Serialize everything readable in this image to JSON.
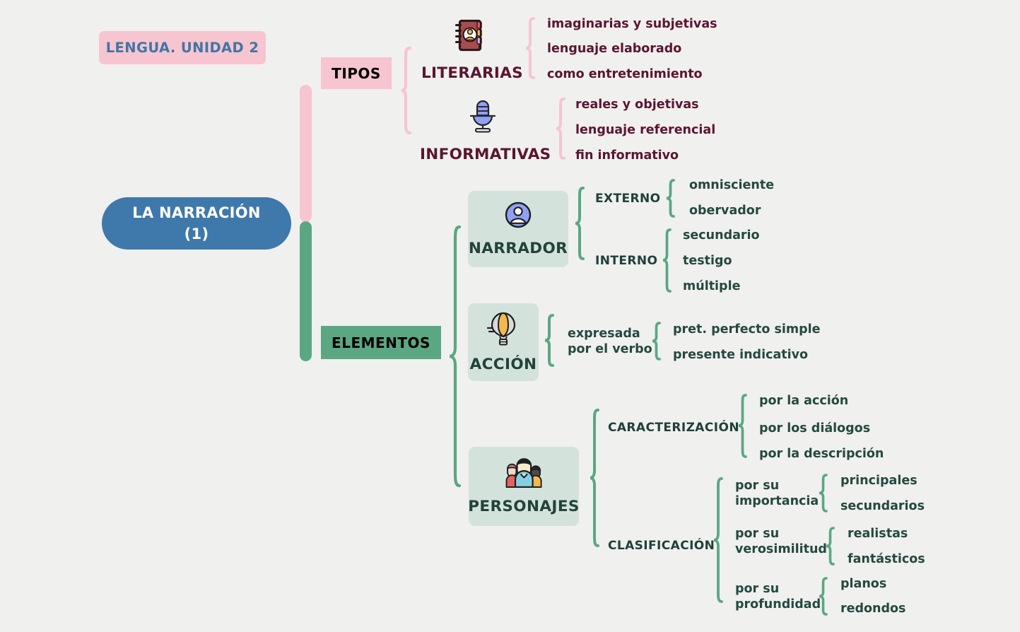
{
  "meta": {
    "title_chip": "LENGUA. UNIDAD 2",
    "central_node": "LA NARRACIÓN\n(1)"
  },
  "colors": {
    "background": "#f0f0ef",
    "pink_chip": "#f6c5d0",
    "pink_text": "#5b1530",
    "blue_node": "#3f78ab",
    "blue_title_text": "#4076a6",
    "green_chip": "#5aa782",
    "green_box": "#d3e3dc",
    "green_text": "#24493e",
    "brace_pink": "#f6c5d0",
    "brace_green": "#5aa782"
  },
  "branches": [
    {
      "id": "tipos",
      "label": "TIPOS",
      "accent": "pink",
      "topics": [
        {
          "id": "literarias",
          "label": "LITERARIAS",
          "icon": "notebook-contacts-icon",
          "leaves": [
            "imaginarias y subjetivas",
            "lenguaje elaborado",
            "como entretenimiento"
          ]
        },
        {
          "id": "informativas",
          "label": "INFORMATIVAS",
          "icon": "microphone-icon",
          "leaves": [
            "reales y objetivas",
            "lenguaje referencial",
            "fin informativo"
          ]
        }
      ]
    },
    {
      "id": "elementos",
      "label": "ELEMENTOS",
      "accent": "green",
      "topics": [
        {
          "id": "narrador",
          "label": "NARRADOR",
          "icon": "user-avatar-icon",
          "groups": [
            {
              "label": "EXTERNO",
              "leaves": [
                "omnisciente",
                "obervador"
              ]
            },
            {
              "label": "INTERNO",
              "leaves": [
                "secundario",
                "testigo",
                "múltiple"
              ]
            }
          ]
        },
        {
          "id": "accion",
          "label": "ACCIÓN",
          "icon": "hot-air-balloon-icon",
          "groups": [
            {
              "label": "expresada\npor el verbo",
              "leaves": [
                "pret. perfecto simple",
                "presente indicativo"
              ]
            }
          ]
        },
        {
          "id": "personajes",
          "label": "PERSONAJES",
          "icon": "people-group-icon",
          "groups": [
            {
              "label": "CARACTERIZACIÓN",
              "leaves": [
                "por la acción",
                "por los diálogos",
                "por la descripción"
              ]
            },
            {
              "label": "CLASIFICACIÓN",
              "subgroups": [
                {
                  "label": "por su\nimportancia",
                  "leaves": [
                    "principales",
                    "secundarios"
                  ]
                },
                {
                  "label": "por su\nverosimilitud",
                  "leaves": [
                    "realistas",
                    "fantásticos"
                  ]
                },
                {
                  "label": "por su\nprofundidad",
                  "leaves": [
                    "planos",
                    "redondos"
                  ]
                }
              ]
            }
          ]
        }
      ]
    }
  ]
}
